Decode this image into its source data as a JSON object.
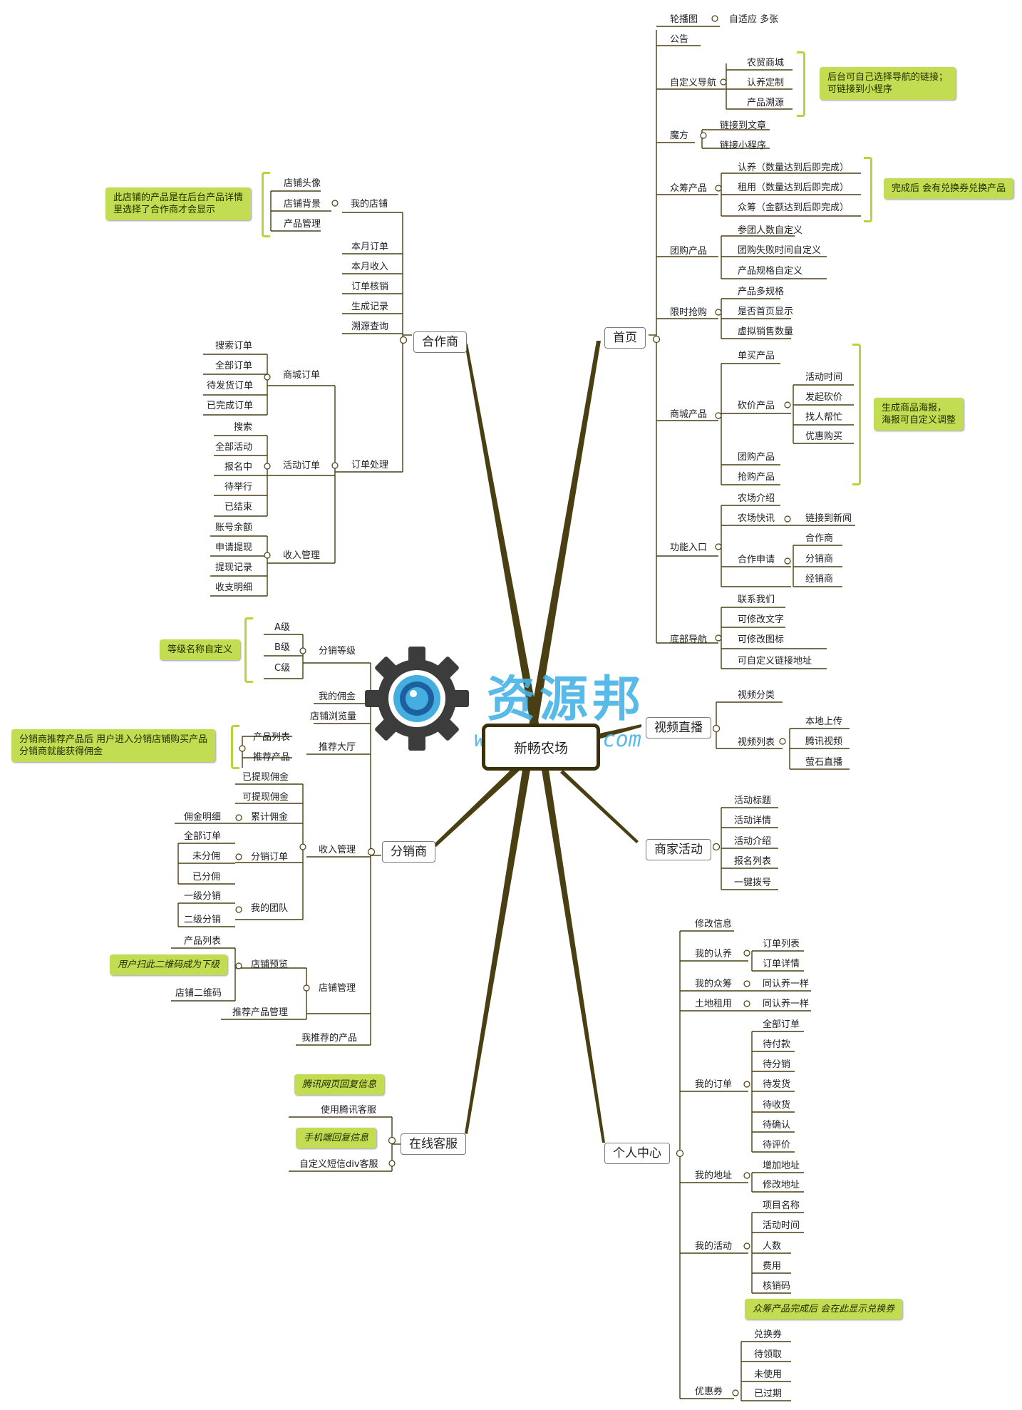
{
  "colors": {
    "line": "#4a3f12",
    "note": "#c3dd52",
    "bracket": "#b7d43a",
    "watermark": "#47b3e6"
  },
  "root": "新畅农场",
  "watermark": {
    "title": "资源邦",
    "url": "www.wazyb.com"
  },
  "home": {
    "label": "首页",
    "carousel": "轮播图",
    "carousel_sub": "自适应 多张",
    "notice": "公告",
    "custom_nav": "自定义导航",
    "nav_items": [
      "农贸商城",
      "认养定制",
      "产品溯源"
    ],
    "nav_note": [
      "后台可自己选择导航的链接；",
      "可链接到小程序"
    ],
    "magic": "魔方",
    "magic_items": [
      "链接到文章",
      "链接小程序"
    ],
    "crowd": "众筹产品",
    "crowd_items": [
      "认养（数量达到后即完成）",
      "租用（数量达到后即完成）",
      "众筹（金额达到后即完成）"
    ],
    "crowd_note": "完成后 会有兑换券兑换产品",
    "group": "团购产品",
    "group_items": [
      "参团人数自定义",
      "团购失败时间自定义",
      "产品规格自定义"
    ],
    "flash": "限时抢购",
    "flash_items": [
      "产品多规格",
      "是否首页显示",
      "虚拟销售数量"
    ],
    "mall": "商城产品",
    "mall_single": "单买产品",
    "mall_bargain": "砍价产品",
    "bargain_items": [
      "活动时间",
      "发起砍价",
      "找人帮忙",
      "优惠购买"
    ],
    "mall_group": "团购产品",
    "mall_flash": "抢购产品",
    "mall_note": [
      "生成商品海报，",
      "海报可自定义调整"
    ],
    "entry": "功能入口",
    "farm_intro": "农场介绍",
    "farm_news": "农场快讯",
    "farm_news_sub": "链接到新闻",
    "cooperation": "合作申请",
    "coop_items": [
      "合作商",
      "分销商",
      "经销商"
    ],
    "contact": "联系我们",
    "bottom_nav": "底部导航",
    "bottom_items": [
      "可修改文字",
      "可修改图标",
      "可自定义链接地址"
    ]
  },
  "video": {
    "label": "视频直播",
    "category": "视频分类",
    "list": "视频列表",
    "list_items": [
      "本地上传",
      "腾讯视频",
      "萤石直播"
    ]
  },
  "activity": {
    "label": "商家活动",
    "items": [
      "活动标题",
      "活动详情",
      "活动介绍",
      "报名列表",
      "一键拨号"
    ]
  },
  "personal": {
    "label": "个人中心",
    "edit": "修改信息",
    "adopt": "我的认养",
    "adopt_items": [
      "订单列表",
      "订单详情"
    ],
    "crowd": "我的众筹",
    "crowd_sub": "同认养一样",
    "land": "土地租用",
    "land_sub": "同认养一样",
    "orders": "我的订单",
    "order_items": [
      "全部订单",
      "待付款",
      "待分销",
      "待发货",
      "待收货",
      "待确认",
      "待评价"
    ],
    "address": "我的地址",
    "address_items": [
      "增加地址",
      "修改地址"
    ],
    "activity": "我的活动",
    "activity_items": [
      "项目名称",
      "活动时间",
      "人数",
      "费用",
      "核销码"
    ],
    "coupon": "优惠券",
    "coupon_items": [
      "兑换券",
      "待领取",
      "未使用",
      "已过期"
    ],
    "coupon_note": "众筹产品完成后 会在此显示兑换券"
  },
  "partner": {
    "label": "合作商",
    "store": "我的店铺",
    "store_items": [
      "店铺头像",
      "店铺背景",
      "产品管理"
    ],
    "store_note": [
      "此店铺的产品是在后台产品详情",
      "里选择了合作商才会显示"
    ],
    "month_orders": "本月订单",
    "month_income": "本月收入",
    "verify": "订单核销",
    "records": "生成记录",
    "trace": "溯源查询",
    "order_proc": "订单处理",
    "mall_orders": "商城订单",
    "mall_order_items": [
      "搜索订单",
      "全部订单",
      "待发货订单",
      "已完成订单"
    ],
    "act_orders": "活动订单",
    "act_order_items": [
      "搜索",
      "全部活动",
      "报名中",
      "待举行",
      "已结束"
    ],
    "income": "收入管理",
    "income_items": [
      "账号余额",
      "申请提现",
      "提现记录",
      "收支明细"
    ]
  },
  "distributor": {
    "label": "分销商",
    "level": "分销等级",
    "level_items": [
      "A级",
      "B级",
      "C级"
    ],
    "level_note": "等级名称自定义",
    "commission": "我的佣金",
    "browse": "店铺浏览量",
    "hall": "推荐大厅",
    "hall_items": [
      "产品列表",
      "推荐产品"
    ],
    "hall_note": [
      "分销商推荐产品后 用户进入分销店铺购买产品",
      "分销商就能获得佣金"
    ],
    "income": "收入管理",
    "withdrawn": "已提现佣金",
    "withdrawable": "可提现佣金",
    "accum": "累计佣金",
    "detail": "佣金明细",
    "split": "分销订单",
    "split_items": [
      "全部订单",
      "未分佣",
      "已分佣"
    ],
    "team": "我的团队",
    "team_items": [
      "一级分销",
      "二级分销"
    ],
    "store": "店铺管理",
    "preview": "店铺预览",
    "preview_items": [
      "产品列表",
      "店铺二维码"
    ],
    "qr_note": "用户扫此二维码成为下级",
    "rec_mgmt": "推荐产品管理",
    "my_rec": "我推荐的产品"
  },
  "service": {
    "label": "在线客服",
    "tencent": "使用腾讯客服",
    "tencent_note": "腾讯网页回复信息",
    "sms": "自定义短信div客服",
    "sms_note": "手机端回复信息"
  }
}
